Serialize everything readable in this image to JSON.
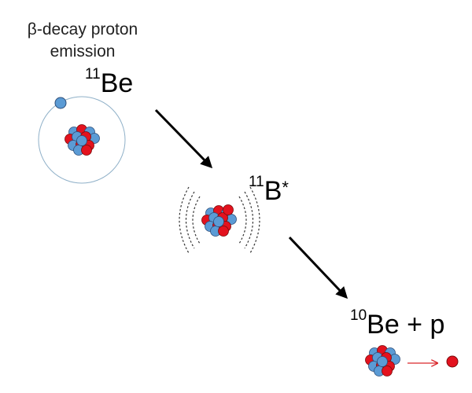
{
  "title": {
    "line1": "β-decay proton",
    "line2": "emission"
  },
  "stages": [
    {
      "mass_number": "11",
      "symbol": "Be",
      "suffix": ""
    },
    {
      "mass_number": "11",
      "symbol": "B",
      "suffix": "*"
    },
    {
      "mass_number": "10",
      "symbol": "Be",
      "suffix": " + p"
    }
  ],
  "colors": {
    "proton": "#e3121e",
    "neutron": "#5b9bd5",
    "particle_stroke": "#2f4f7a",
    "orbit": "#8fb0c8",
    "arrow": "#000000",
    "emission_arrow": "#d9262b",
    "wave": "#333333"
  }
}
